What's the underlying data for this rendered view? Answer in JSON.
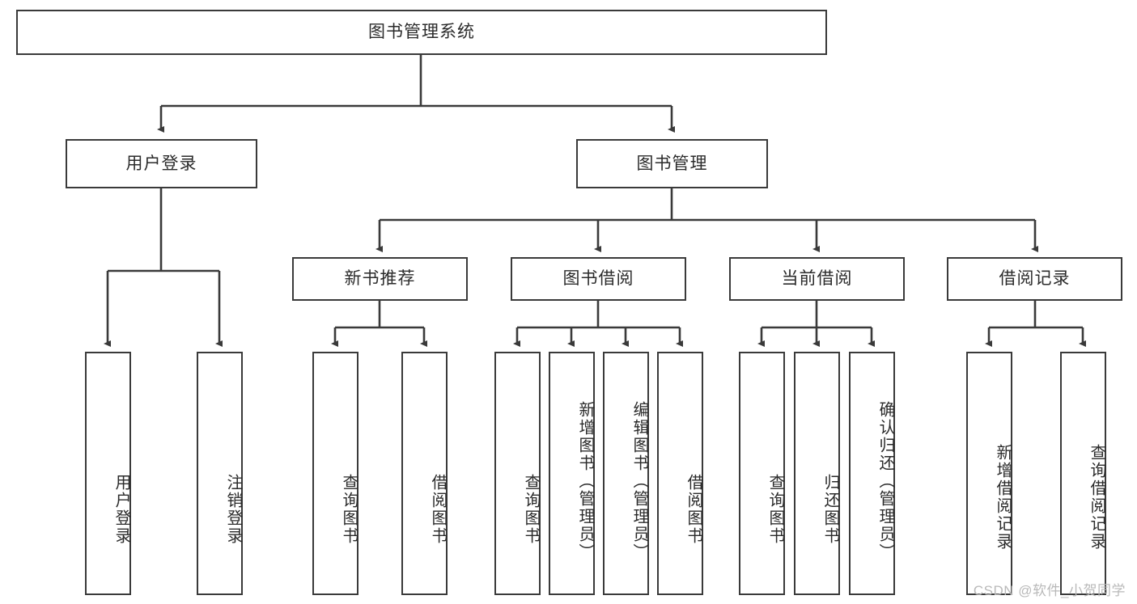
{
  "diagram": {
    "title": "图书管理系统",
    "type": "tree",
    "root": {
      "id": "root",
      "label": "图书管理系统"
    },
    "level1": [
      {
        "id": "user-login",
        "label": "用户登录"
      },
      {
        "id": "book-manage",
        "label": "图书管理"
      }
    ],
    "level2": [
      {
        "id": "new-book-rec",
        "label": "新书推荐",
        "parent": "book-manage"
      },
      {
        "id": "book-borrow",
        "label": "图书借阅",
        "parent": "book-manage"
      },
      {
        "id": "current-borrow",
        "label": "当前借阅",
        "parent": "book-manage"
      },
      {
        "id": "borrow-record",
        "label": "借阅记录",
        "parent": "book-manage"
      }
    ],
    "leaves": {
      "user-login": [
        {
          "id": "leaf-user-login",
          "label": "用户登录"
        },
        {
          "id": "leaf-logout",
          "label": "注销登录"
        }
      ],
      "new-book-rec": [
        {
          "id": "leaf-query-book-1",
          "label": "查询图书"
        },
        {
          "id": "leaf-borrow-book-1",
          "label": "借阅图书"
        }
      ],
      "book-borrow": [
        {
          "id": "leaf-query-book-2",
          "label": "查询图书"
        },
        {
          "id": "leaf-add-book",
          "label": "新增图书（管理员）"
        },
        {
          "id": "leaf-edit-book",
          "label": "编辑图书（管理员）"
        },
        {
          "id": "leaf-borrow-book-2",
          "label": "借阅图书"
        }
      ],
      "current-borrow": [
        {
          "id": "leaf-query-book-3",
          "label": "查询图书"
        },
        {
          "id": "leaf-return-book",
          "label": "归还图书"
        },
        {
          "id": "leaf-confirm-return",
          "label": "确认归还（管理员）"
        }
      ],
      "borrow-record": [
        {
          "id": "leaf-add-record",
          "label": "新增借阅记录"
        },
        {
          "id": "leaf-query-record",
          "label": "查询借阅记录"
        }
      ]
    }
  },
  "watermark": {
    "text": "CSDN @软件_小贺同学"
  },
  "colors": {
    "stroke": "#3a3a3a",
    "text": "#2b2b2b",
    "background": "#ffffff",
    "watermark": "#b9b9b9"
  }
}
